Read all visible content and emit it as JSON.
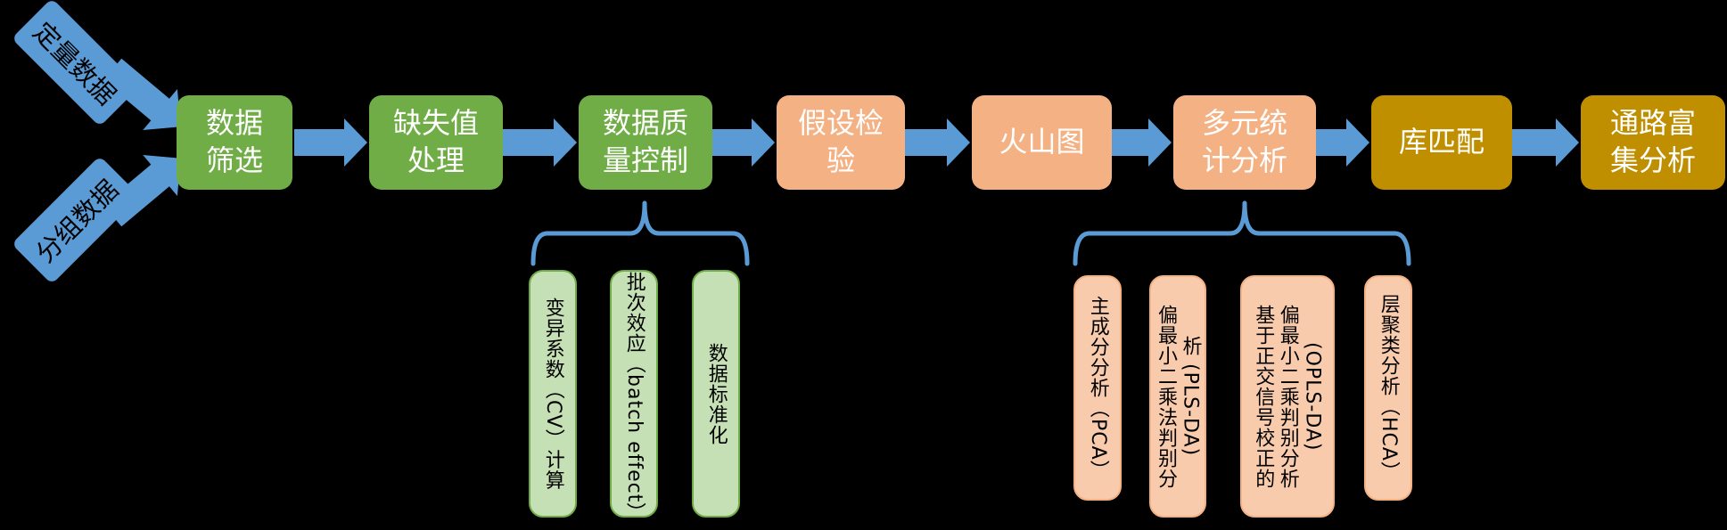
{
  "diagram_title": "metabolomics-data-analysis-workflow",
  "inputs": [
    {
      "label": "定量数据"
    },
    {
      "label": "分组数据"
    }
  ],
  "flow": {
    "steps": [
      {
        "label": "数据\n筛选",
        "color": "green"
      },
      {
        "label": "缺失值\n处理",
        "color": "green"
      },
      {
        "label": "数据质\n量控制",
        "color": "green"
      },
      {
        "label": "假设检\n验",
        "color": "orange"
      },
      {
        "label": "火山图",
        "color": "orange"
      },
      {
        "label": "多元统\n计分析",
        "color": "orange"
      },
      {
        "label": "库匹配",
        "color": "gold"
      },
      {
        "label": "通路富\n集分析",
        "color": "gold"
      }
    ]
  },
  "qc_branch": {
    "parent": "数据质量控制",
    "items": [
      {
        "label": "变异系数（CV）计算"
      },
      {
        "label": "批次效应（batch effect）"
      },
      {
        "label": "数据标准化"
      }
    ]
  },
  "mva_branch": {
    "parent": "多元统计分析",
    "items": [
      {
        "label": "主成分分析（PCA）"
      },
      {
        "label": "偏最小二乘法判别分\n析 (PLS-DA)"
      },
      {
        "label": "基于正交信号校正的\n偏最小二乘判别分析\n(OPLS-DA)"
      },
      {
        "label": "层聚类分析（HCA）"
      }
    ]
  },
  "colors": {
    "background": "#000000",
    "process_green": "#70AD47",
    "process_orange": "#F4B183",
    "process_gold": "#BF8F00",
    "sub_green": "#C5E0B4",
    "sub_orange": "#F8CBAD",
    "arrow_blue": "#5B9BD5"
  }
}
